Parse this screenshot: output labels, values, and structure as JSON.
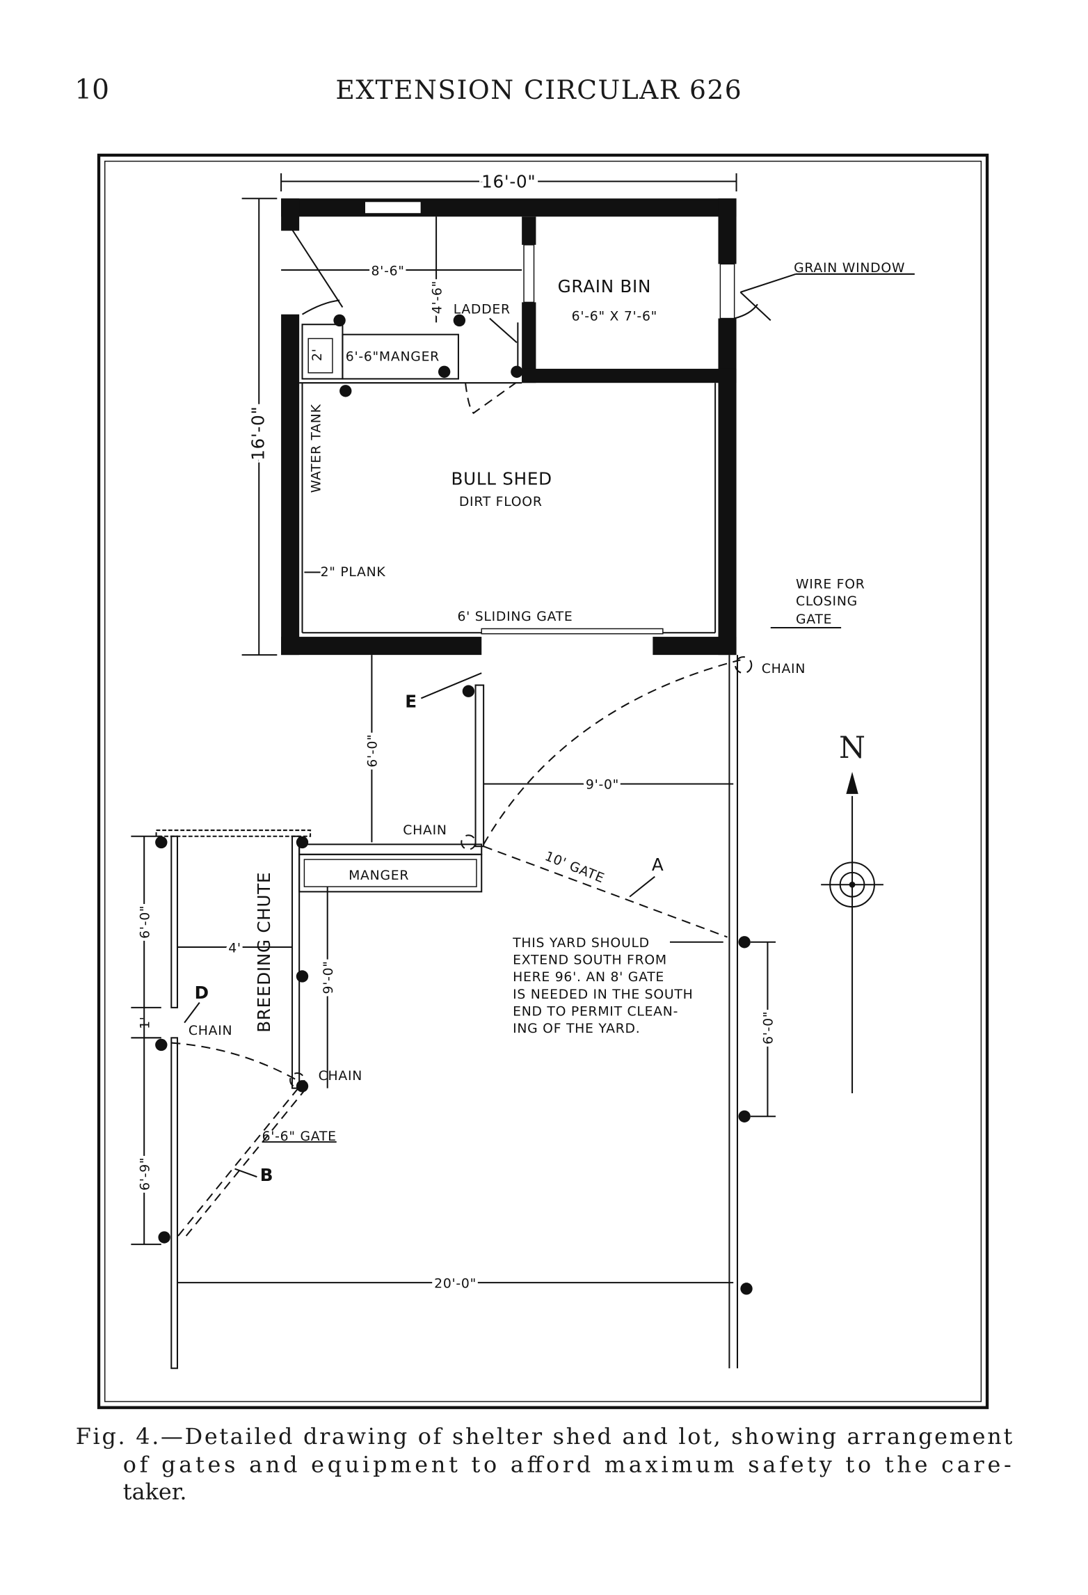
{
  "header": {
    "page_number": "10",
    "running_title": "EXTENSION CIRCULAR 626"
  },
  "figure": {
    "dimensions": {
      "shed_width": "16'-0\"",
      "shed_depth": "16'-0\"",
      "feed_room_width": "8'-6\"",
      "feed_room_depth": "4'-6\"",
      "tank_width": "2'",
      "run_length": "6'-0\"",
      "run_width": "9'-0\"",
      "chute_width": "4'",
      "chute_upper": "6'-0\"",
      "chute_gap": "1'",
      "chute_lower": "6'-9\"",
      "chute_length": "9'-0\"",
      "yard_post_spacing": "6'-0\"",
      "yard_width": "20'-0\""
    },
    "labels": {
      "grain_bin": "GRAIN BIN",
      "grain_bin_size": "6'-6\" X 7'-6\"",
      "grain_window": "GRAIN WINDOW",
      "ladder": "LADDER",
      "manger_shed": "6'-6\"MANGER",
      "water_tank": "WATER TANK",
      "bull_shed": "BULL SHED",
      "dirt_floor": "DIRT FLOOR",
      "plank": "2\" PLANK",
      "sliding_gate": "6' SLIDING GATE",
      "wire_line1": "WIRE FOR",
      "wire_line2": "CLOSING",
      "wire_line3": "GATE",
      "chain": "CHAIN",
      "gate_10": "10' GATE",
      "letter_a": "A",
      "letter_b": "B",
      "letter_d": "D",
      "letter_e": "E",
      "manger_run": "MANGER",
      "breeding_chute": "BREEDING CHUTE",
      "gate_66": "6'-6\" GATE",
      "north": "N",
      "note": [
        "THIS YARD SHOULD",
        "EXTEND SOUTH FROM",
        "HERE 96'. AN 8' GATE",
        "IS NEEDED IN THE SOUTH",
        "END TO PERMIT CLEAN-",
        "ING OF THE YARD."
      ]
    }
  },
  "caption": {
    "line1": "Fig. 4.—Detailed drawing of shelter shed and lot, showing arrangement",
    "line2": "of gates and equipment to afford maximum safety to the care-",
    "line3": "taker."
  },
  "icons": {
    "compass": "compass-rose-icon",
    "north_arrow": "north-arrow-icon"
  }
}
